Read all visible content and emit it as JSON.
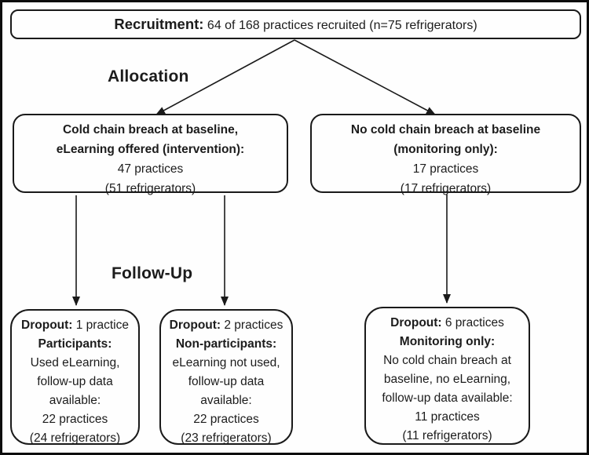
{
  "recruitment": {
    "label": "Recruitment:",
    "text": " 64 of 168 practices recruited (n=75 refrigerators)"
  },
  "stages": {
    "allocation": "Allocation",
    "follow_up": "Follow-Up"
  },
  "allocation": {
    "intervention": {
      "title_line1": "Cold chain breach at baseline,",
      "title_line2": "eLearning offered (intervention):",
      "practices": "47 practices",
      "refrigerators": "(51 refrigerators)"
    },
    "monitoring": {
      "title_line1": "No cold chain breach at baseline",
      "title_line2": "(monitoring only):",
      "practices": "17 practices",
      "refrigerators": "(17 refrigerators)"
    }
  },
  "follow_up": {
    "participants": {
      "dropout_label": "Dropout:",
      "dropout_value": " 1 practice",
      "heading": "Participants:",
      "detail_line1": "Used eLearning,",
      "detail_line2": "follow-up data",
      "detail_line3": "available:",
      "practices": "22 practices",
      "refrigerators": "(24 refrigerators)"
    },
    "non_participants": {
      "dropout_label": "Dropout:",
      "dropout_value": " 2 practices",
      "heading": "Non-participants:",
      "detail_line1": "eLearning not used,",
      "detail_line2": "follow-up data",
      "detail_line3": "available:",
      "practices": "22 practices",
      "refrigerators": "(23 refrigerators)"
    },
    "monitoring": {
      "dropout_label": "Dropout:",
      "dropout_value": " 6 practices",
      "heading": "Monitoring only:",
      "detail_line1": "No cold chain breach at",
      "detail_line2": "baseline, no eLearning,",
      "detail_line3": "follow-up data available:",
      "practices": "11 practices",
      "refrigerators": "(11 refrigerators)"
    }
  },
  "colors": {
    "frame_border": "#0d0d0d",
    "box_border": "#1a1a1a",
    "background": "#fefefe",
    "text": "#1c1c1c",
    "arrow": "#1a1a1a"
  }
}
